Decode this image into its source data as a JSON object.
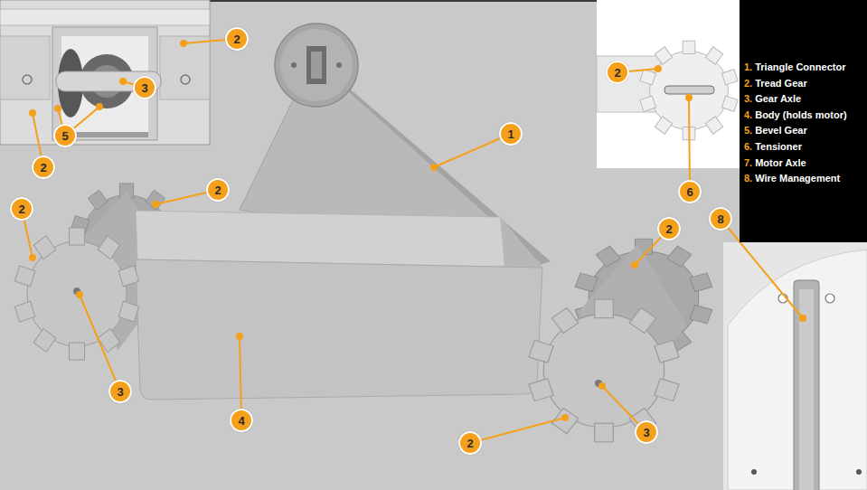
{
  "diagram": {
    "nodes": [
      {
        "text": [
          "2"
        ]
      },
      {
        "text": [
          "2"
        ]
      },
      {
        "text": [
          "3"
        ]
      },
      {
        "text": [
          "1"
        ]
      },
      {
        "text": [
          "5"
        ]
      },
      {
        "text": [
          "2"
        ]
      },
      {
        "text": [
          "2"
        ]
      },
      {
        "text": [
          "6"
        ]
      },
      {
        "text": [
          "2"
        ]
      },
      {
        "text": [
          "8"
        ]
      },
      {
        "text": [
          "2"
        ]
      },
      {
        "text": [
          "3"
        ]
      },
      {
        "text": [
          "4"
        ]
      },
      {
        "text": [
          "3"
        ]
      },
      {
        "text": [
          "2"
        ]
      },
      {
        "text": [
          "1.",
          "Triangle Connector",
          "2.",
          "Tread Gear",
          "3.",
          "Gear Axle",
          "4.",
          "Body (holds motor)",
          "5.",
          "Bevel Gear",
          "6.",
          "Tensioner",
          "7.",
          "Motor Axle",
          "8.",
          "Wire Management"
        ]
      }
    ]
  }
}
